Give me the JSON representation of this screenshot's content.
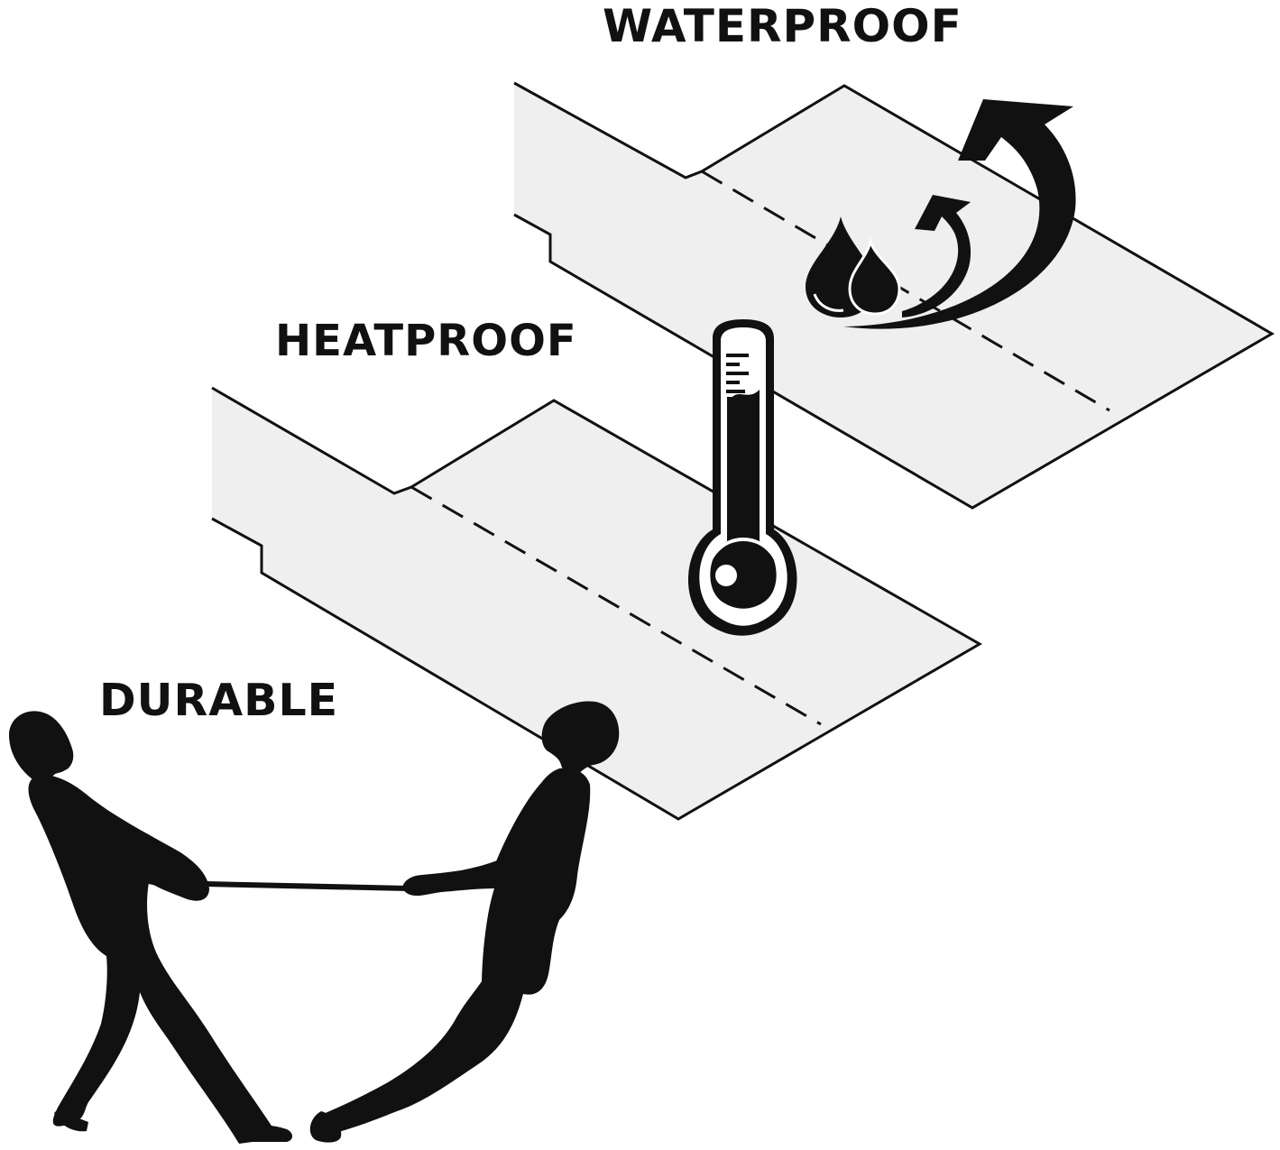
{
  "labels": {
    "waterproof": "WATERPROOF",
    "heatproof": "HEATPROOF",
    "durable": "DURABLE"
  },
  "colors": {
    "ink": "#111111",
    "sheet_fill": "#efefef",
    "background": "#ffffff"
  },
  "icons": {
    "water": "water-drops-icon",
    "heat": "thermometer-icon",
    "strength": "tug-of-war-icon"
  }
}
